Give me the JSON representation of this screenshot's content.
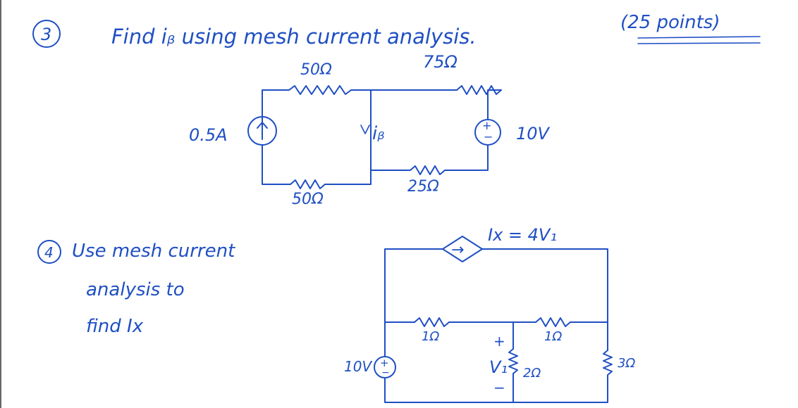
{
  "problem3": {
    "number": "3",
    "prompt": "Find iᵦ using mesh current analysis.",
    "points": "(25 points)",
    "r_top_left": "50Ω",
    "r_top_right": "75Ω",
    "r_bottom_left": "50Ω",
    "r_bottom_right": "25Ω",
    "current_source": "0.5A",
    "current_arrow": "↑",
    "branch_current": "iᵦ",
    "voltage_source": "10V",
    "vs_plus": "+",
    "vs_minus": "−"
  },
  "problem4": {
    "number": "4",
    "line1": "Use mesh current",
    "line2": "analysis to",
    "line3": "find Ix",
    "dep_source": "Ix = 4V₁",
    "dep_arrow": "→",
    "r1": "1Ω",
    "r2": "1Ω",
    "r_mid": "2Ω",
    "r_right": "3Ω",
    "v1_label": "V₁",
    "v1_plus": "+",
    "v1_minus": "−",
    "source": "10V",
    "vs_plus": "+",
    "vs_minus": "−"
  },
  "colors": {
    "ink": "#1f4fc4",
    "background": "#ffffff"
  }
}
